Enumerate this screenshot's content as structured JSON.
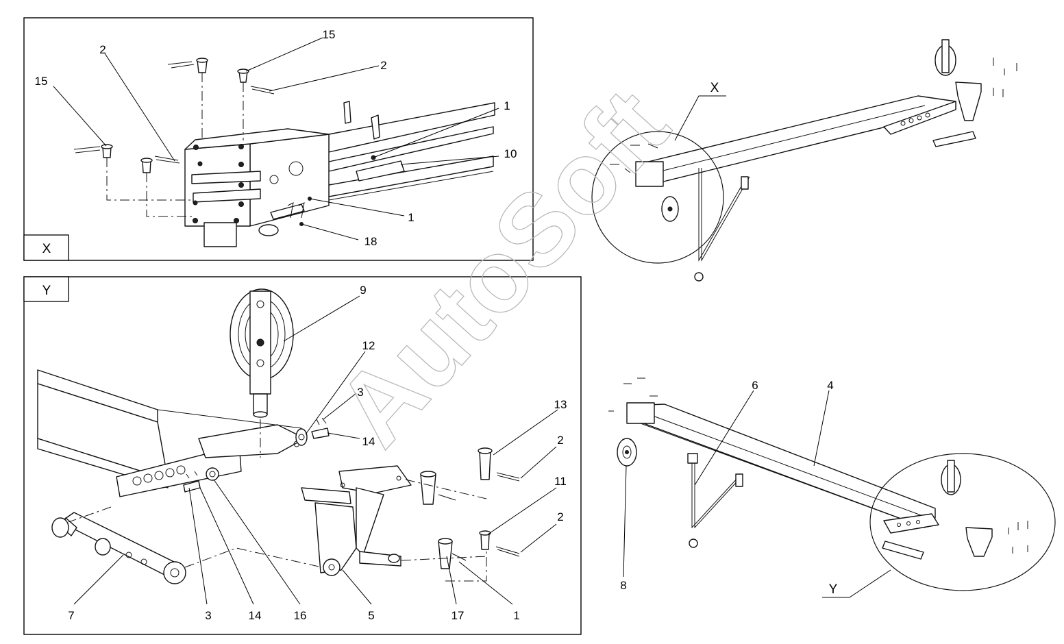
{
  "watermark": "AutoSoft",
  "panel_x": {
    "tag": "X",
    "callouts": [
      {
        "id": "15",
        "text": "15"
      },
      {
        "id": "2",
        "text": "2"
      },
      {
        "id": "15b",
        "text": "15"
      },
      {
        "id": "2b",
        "text": "2"
      },
      {
        "id": "1",
        "text": "1"
      },
      {
        "id": "10",
        "text": "10"
      },
      {
        "id": "1b",
        "text": "1"
      },
      {
        "id": "18",
        "text": "18"
      }
    ]
  },
  "panel_y": {
    "tag": "Y",
    "callouts": [
      {
        "id": "9",
        "text": "9"
      },
      {
        "id": "12",
        "text": "12"
      },
      {
        "id": "3",
        "text": "3"
      },
      {
        "id": "14",
        "text": "14"
      },
      {
        "id": "13",
        "text": "13"
      },
      {
        "id": "2",
        "text": "2"
      },
      {
        "id": "11",
        "text": "11"
      },
      {
        "id": "2b",
        "text": "2"
      },
      {
        "id": "7",
        "text": "7"
      },
      {
        "id": "3b",
        "text": "3"
      },
      {
        "id": "14b",
        "text": "14"
      },
      {
        "id": "16",
        "text": "16"
      },
      {
        "id": "5",
        "text": "5"
      },
      {
        "id": "17",
        "text": "17"
      },
      {
        "id": "1",
        "text": "1"
      }
    ]
  },
  "overview_top": {
    "detail_tag": "X"
  },
  "overview_bottom": {
    "detail_tag": "Y",
    "callouts": [
      {
        "id": "6",
        "text": "6"
      },
      {
        "id": "4",
        "text": "4"
      },
      {
        "id": "8",
        "text": "8"
      }
    ]
  }
}
